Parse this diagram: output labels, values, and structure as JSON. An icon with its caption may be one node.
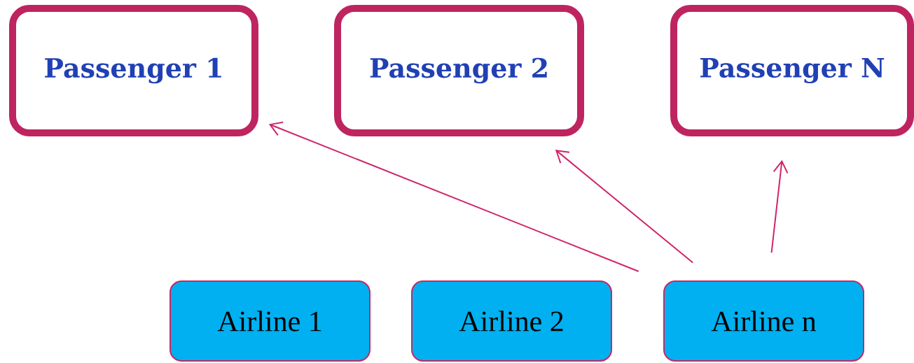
{
  "diagram": {
    "nodes": [
      {
        "text": [
          "Passenger 1"
        ]
      },
      {
        "text": [
          "Passenger 2"
        ]
      },
      {
        "text": [
          "Passenger N"
        ]
      },
      {
        "text": [
          "Airline 1"
        ]
      },
      {
        "text": [
          "Airline 2"
        ]
      },
      {
        "text": [
          "Airline n"
        ]
      }
    ],
    "edges": [
      {
        "from": 5,
        "to": 0,
        "arrow": "to"
      },
      {
        "from": 5,
        "to": 1,
        "arrow": "to"
      },
      {
        "from": 5,
        "to": 2,
        "arrow": "to"
      }
    ]
  }
}
